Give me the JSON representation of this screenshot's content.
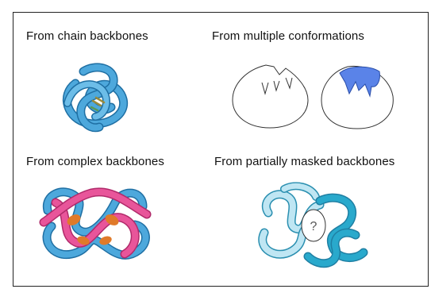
{
  "panels": {
    "chain": {
      "label": "From chain backbones"
    },
    "conformations": {
      "label": "From multiple conformations"
    },
    "complex": {
      "label": "From complex backbones"
    },
    "masked": {
      "label": "From partially masked backbones",
      "mask_symbol": "?"
    }
  },
  "colors": {
    "protein_blue": "#4da8dc",
    "protein_blue_dark": "#1f6fa3",
    "protein_pink": "#e8559a",
    "ligand_orange": "#e07a2a",
    "pocket_fill": "#5a83e8",
    "masked_light": "#bfe6f3",
    "masked_teal": "#29a9cc"
  },
  "icons": [
    "protein-backbone-icon",
    "binding-pocket-icon",
    "protein-complex-icon",
    "masked-protein-icon"
  ]
}
